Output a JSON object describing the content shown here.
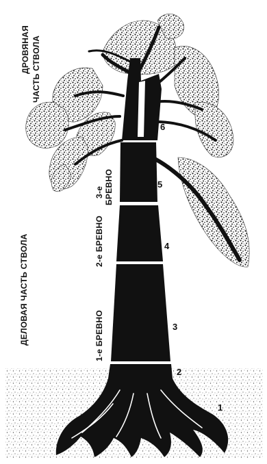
{
  "labels": {
    "firewood_line1": "ДРОВЯНАЯ",
    "firewood_line2": "ЧАСТЬ СТВОЛА",
    "business": "ДЕЛОВАЯ ЧАСТЬ СТВОЛА",
    "log3_line1": "3-е",
    "log3_line2": "БРЕВНО",
    "log2": "2-е БРЕВНО",
    "log1": "1-е БРЕВНО"
  },
  "markers": [
    "1",
    "2",
    "3",
    "4",
    "5",
    "6"
  ],
  "colors": {
    "ink": "#111111",
    "paper": "#ffffff",
    "ground_speckle": "#555555"
  }
}
